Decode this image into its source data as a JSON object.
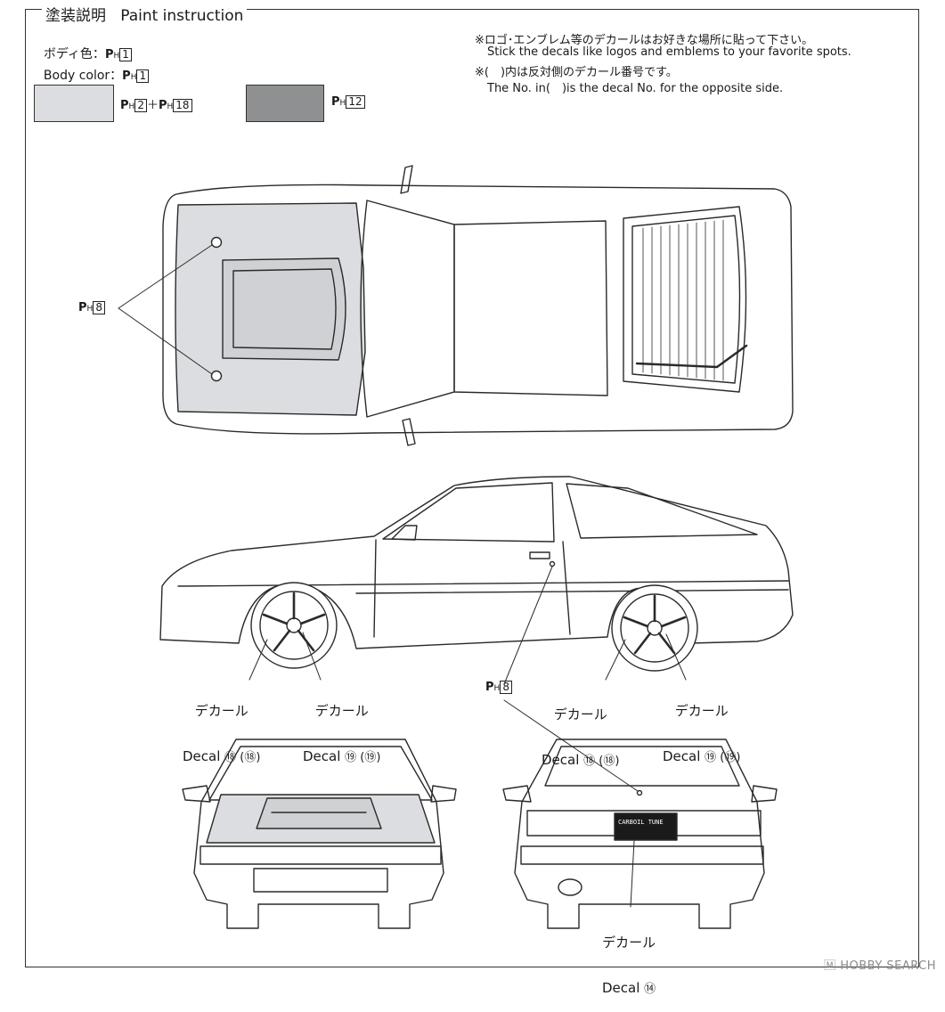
{
  "header": {
    "title": "塗装説明   Paint instruction"
  },
  "body_color": {
    "ja": "ボディ色：",
    "en": "Body color：",
    "code": "1"
  },
  "swatches": [
    {
      "color": "#dcdde0",
      "code_a": "2",
      "plus": "＋",
      "code_b": "18"
    },
    {
      "color": "#8f9092",
      "code_a": "12"
    }
  ],
  "notes": {
    "line1": "※ロゴ･エンブレム等のデカールはお好きな場所に貼って下さい。",
    "line2": "Stick the decals like logos and emblems to your favorite spots.",
    "line3": "※(　)内は反対側のデカール番号です。",
    "line4": "The No. in(　)is the decal No. for the opposite side."
  },
  "paint_prefix": "P",
  "paint_sub": "H",
  "callouts": {
    "top_view_code": "8",
    "side_view_code": "8",
    "decal_ja": "デカール",
    "decal_en": "Decal",
    "wheel_front_left": "⑱ (⑱)",
    "wheel_front_right": "⑲ (⑲)",
    "wheel_rear_left": "⑱ (⑱)",
    "wheel_rear_right": "⑲ (⑲)",
    "rear_decal": "⑭"
  },
  "plate_text": "CARBOIL TUNE",
  "watermark": "🄼 HOBBY SEARCH"
}
